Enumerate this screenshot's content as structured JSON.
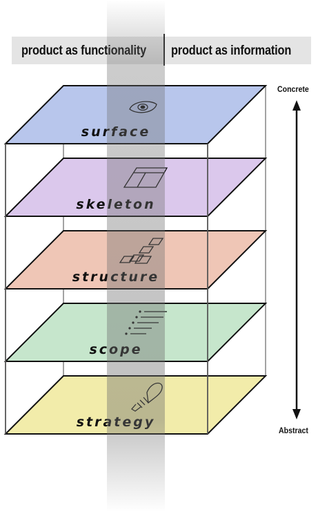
{
  "header": {
    "left_label": "product as functionality",
    "right_label": "product as information"
  },
  "axis": {
    "top_label": "Concrete",
    "bottom_label": "Abstract"
  },
  "planes": [
    {
      "id": "surface",
      "label": "surface",
      "color": "#b8c6ec",
      "icon": "eye-icon"
    },
    {
      "id": "skeleton",
      "label": "skeleton",
      "color": "#dbc8ec",
      "icon": "wireframe-icon"
    },
    {
      "id": "structure",
      "label": "structure",
      "color": "#efc6b6",
      "icon": "structure-boxes-icon"
    },
    {
      "id": "scope",
      "label": "scope",
      "color": "#c6e6cc",
      "icon": "list-lines-icon"
    },
    {
      "id": "strategy",
      "label": "strategy",
      "color": "#f2ecaa",
      "icon": "lightbulb-icon"
    }
  ]
}
